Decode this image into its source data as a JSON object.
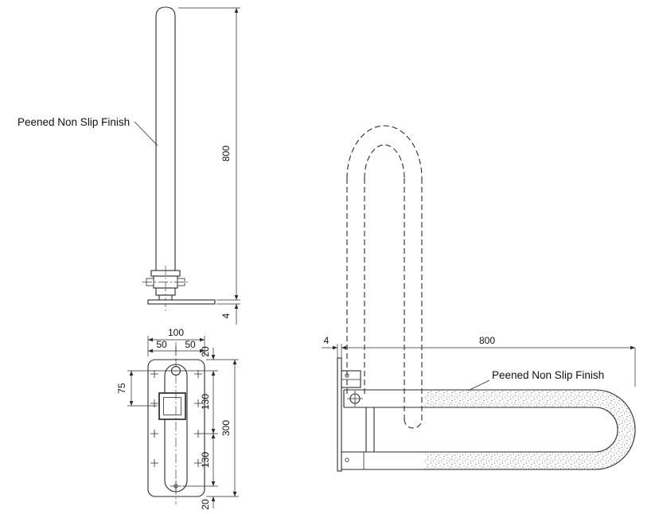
{
  "colors": {
    "line": "#2b2b2b",
    "text": "#111111",
    "stipple": "#8a8a8a",
    "background": "#ffffff"
  },
  "front_view": {
    "peened_label": "Peened Non Slip Finish",
    "height_dim": "800",
    "base_thickness_dim": "4"
  },
  "plan_view": {
    "width_dim": "100",
    "half_width_left_dim": "50",
    "half_width_right_dim": "50",
    "top_edge_dim": "20",
    "pivot_offset_dim": "75",
    "upper_spacing_dim": "130",
    "length_dim": "300",
    "lower_spacing_dim": "130",
    "bottom_edge_dim": "20"
  },
  "side_view": {
    "peened_label": "Peened Non Slip Finish",
    "plate_thickness_dim": "4",
    "length_dim": "800"
  }
}
